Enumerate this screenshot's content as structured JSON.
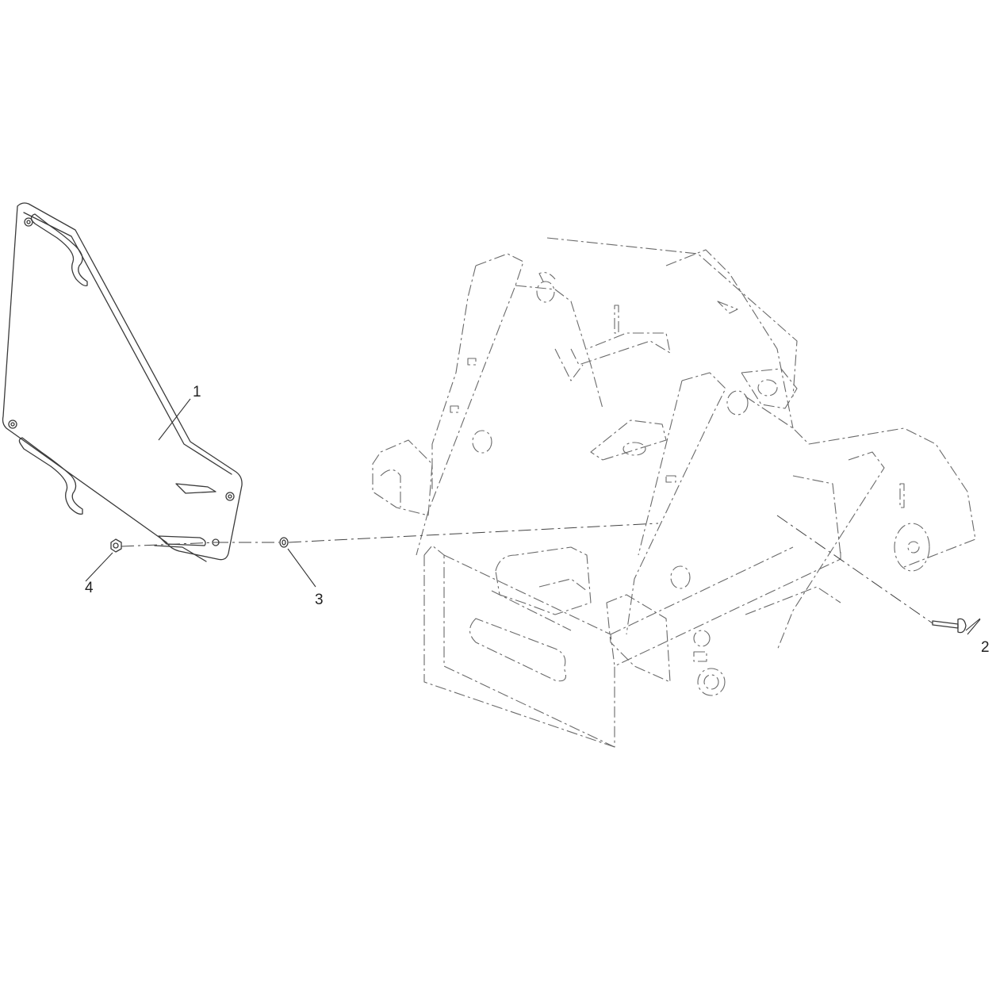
{
  "diagram": {
    "type": "exploded-parts-view",
    "callouts": [
      {
        "id": "c1",
        "label": "1",
        "part": "shield-plate"
      },
      {
        "id": "c2",
        "label": "2",
        "part": "bolt"
      },
      {
        "id": "c3",
        "label": "3",
        "part": "washer"
      },
      {
        "id": "c4",
        "label": "4",
        "part": "nut"
      }
    ]
  }
}
